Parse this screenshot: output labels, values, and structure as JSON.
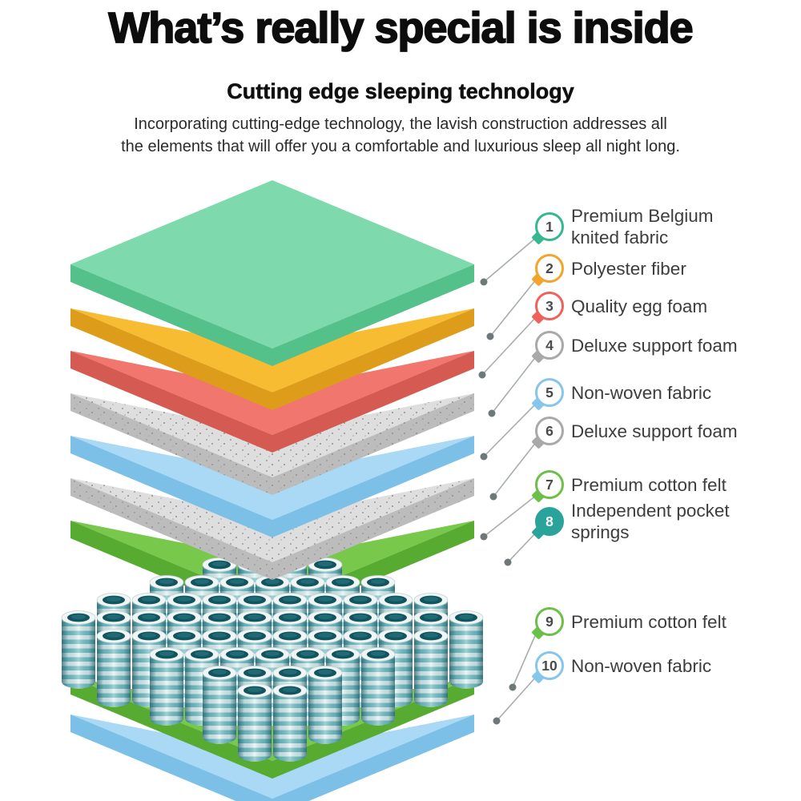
{
  "header": {
    "title": "What’s really special is inside",
    "subtitle": "Cutting edge sleeping technology",
    "description_line1": "Incorporating cutting-edge technology, the lavish construction addresses all",
    "description_line2": "the elements that will offer you a comfortable and luxurious sleep all night long."
  },
  "diagram": {
    "layers": [
      {
        "num": "1",
        "name": "Premium Belgium knited fabric",
        "color": "#7ed9ac",
        "side_color": "#54c08a"
      },
      {
        "num": "2",
        "name": "Polyester fiber",
        "color": "#f8bc33",
        "side_color": "#dd9d1b"
      },
      {
        "num": "3",
        "name": "Quality egg foam",
        "color": "#f0766e",
        "side_color": "#d55a52"
      },
      {
        "num": "4",
        "name": "Deluxe support foam",
        "color": "#dedede",
        "side_color": "#bcbcbc"
      },
      {
        "num": "5",
        "name": "Non-woven fabric",
        "color": "#a9d9f5",
        "side_color": "#7cc0e8"
      },
      {
        "num": "6",
        "name": "Deluxe support foam",
        "color": "#dedede",
        "side_color": "#bcbcbc"
      },
      {
        "num": "7",
        "name": "Premium cotton felt",
        "color": "#78c84c",
        "side_color": "#58ab31"
      },
      {
        "num": "8",
        "name": "Independent pocket springs",
        "color": "#2a9d94",
        "side_color": "#14545e"
      },
      {
        "num": "9",
        "name": "Premium cotton felt",
        "color": "#78c84c",
        "side_color": "#58ab31"
      },
      {
        "num": "10",
        "name": "Non-woven fabric",
        "color": "#a9d9f5",
        "side_color": "#7cc0e8"
      }
    ]
  },
  "callouts": [
    {
      "num": "1",
      "label": "Premium Belgium knited fabric",
      "color": "#35b88f",
      "filled": false
    },
    {
      "num": "2",
      "label": "Polyester fiber",
      "color": "#f2a52a",
      "filled": false
    },
    {
      "num": "3",
      "label": "Quality egg foam",
      "color": "#ef625b",
      "filled": false
    },
    {
      "num": "4",
      "label": "Deluxe support foam",
      "color": "#a9a9a9",
      "filled": false
    },
    {
      "num": "5",
      "label": "Non-woven fabric",
      "color": "#85c6ea",
      "filled": false
    },
    {
      "num": "6",
      "label": "Deluxe support foam",
      "color": "#a9a9a9",
      "filled": false
    },
    {
      "num": "7",
      "label": "Premium cotton felt",
      "color": "#6cc04a",
      "filled": false
    },
    {
      "num": "8",
      "label": "Independent pocket springs",
      "color": "#2aa39a",
      "filled": true
    },
    {
      "num": "9",
      "label": "Premium cotton felt",
      "color": "#6cc04a",
      "filled": false
    },
    {
      "num": "10",
      "label": "Non-woven fabric",
      "color": "#85c6ea",
      "filled": false
    }
  ]
}
